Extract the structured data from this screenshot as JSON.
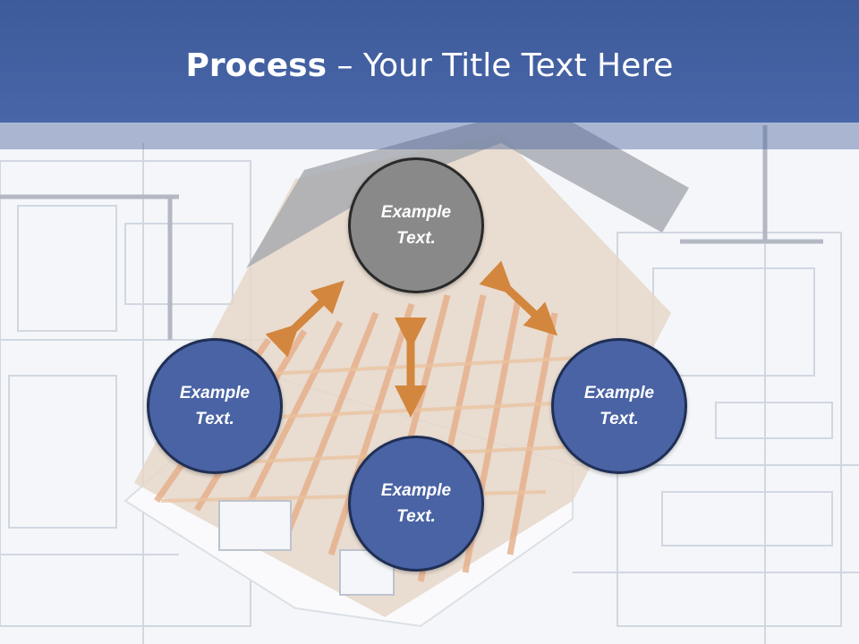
{
  "title": {
    "bold": "Process",
    "rest": " – Your Title Text Here"
  },
  "nodes": {
    "top": "Example\nText.",
    "left": "Example\nText.",
    "right": "Example\nText.",
    "bottom": "Example\nText."
  },
  "colors": {
    "title_bar": "#4866a8",
    "node_blue": "#4a63a5",
    "node_gray": "#898989",
    "arrow": "#d3863e"
  },
  "background_image": "house-roof-on-blueprint"
}
